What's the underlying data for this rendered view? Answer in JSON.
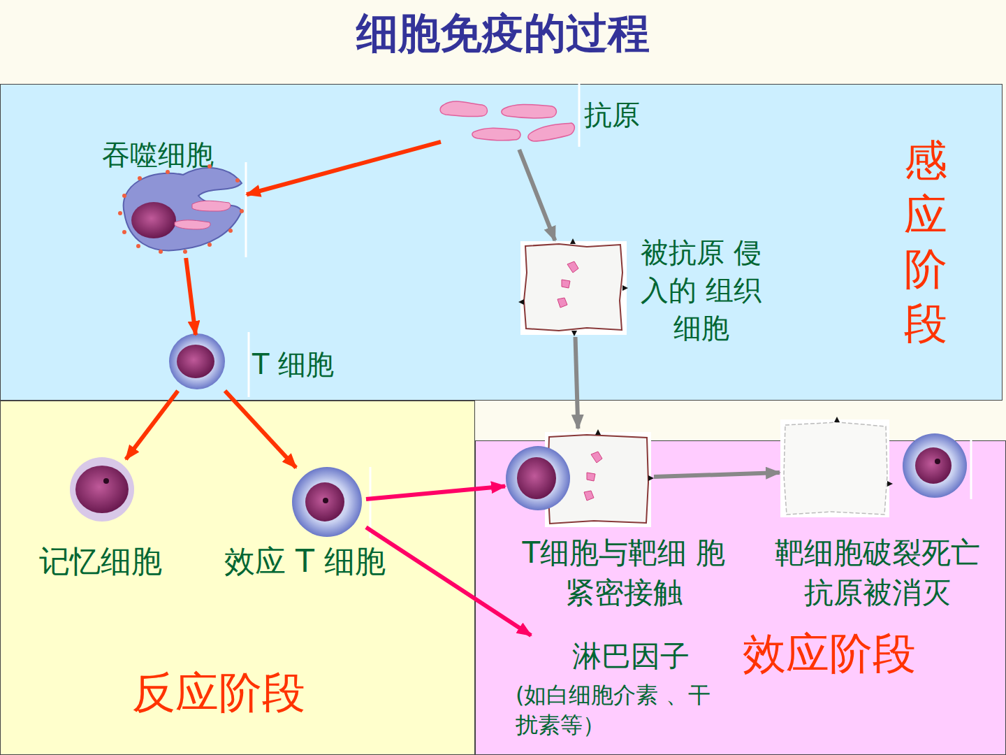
{
  "diagram": {
    "title": "细胞免疫的过程",
    "nodes": [
      {
        "text": [
          "感应阶段"
        ]
      },
      {
        "text": [
          "抗原"
        ],
        "in": 0
      },
      {
        "text": [
          "吞噬细胞"
        ],
        "in": 0
      },
      {
        "text": [
          "被抗原 侵入的 组织细胞"
        ],
        "in": 0
      },
      {
        "text": [
          "T 细胞"
        ],
        "in": 0
      },
      {
        "text": [
          "反应阶段"
        ]
      },
      {
        "text": [
          "记忆细胞"
        ],
        "in": 5
      },
      {
        "text": [
          "效应 T 细胞"
        ],
        "in": 5
      },
      {
        "text": [
          "效应阶段"
        ]
      },
      {
        "text": [
          "T细胞与靶细 胞紧密接触"
        ],
        "in": 8
      },
      {
        "text": [
          "靶细胞破裂死亡 抗原被消灭"
        ],
        "in": 8
      },
      {
        "text": [
          "淋巴因子",
          "(如白细胞介素 、干扰素等）"
        ],
        "in": 8
      }
    ],
    "edges": [
      {
        "from": 1,
        "to": 2,
        "arrow": "to"
      },
      {
        "from": 1,
        "to": 3,
        "arrow": "to"
      },
      {
        "from": 2,
        "to": 4,
        "arrow": "to"
      },
      {
        "from": 4,
        "to": 6,
        "arrow": "to"
      },
      {
        "from": 4,
        "to": 7,
        "arrow": "to"
      },
      {
        "from": 7,
        "to": 9,
        "arrow": "to"
      },
      {
        "from": 7,
        "to": 11,
        "arrow": "to"
      },
      {
        "from": 3,
        "to": 9,
        "arrow": "to"
      },
      {
        "from": 9,
        "to": 10,
        "arrow": "to"
      }
    ]
  }
}
